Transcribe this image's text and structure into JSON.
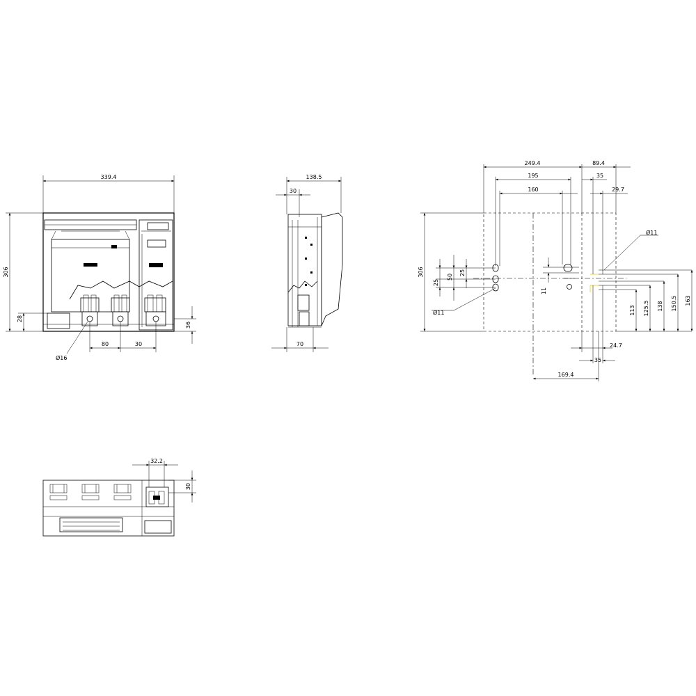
{
  "front_view": {
    "width": "339.4",
    "height": "306",
    "dim_28": "28",
    "dim_36": "36",
    "dim_80": "80",
    "dim_30": "30",
    "hole_diameter": "Ø16"
  },
  "side_view": {
    "depth": "138.5",
    "dim_30": "30",
    "dim_70": "70"
  },
  "top_view": {
    "dim_32_2": "32.2",
    "dim_30": "30"
  },
  "mounting_view": {
    "dim_249_4": "249.4",
    "dim_89_4": "89.4",
    "dim_195": "195",
    "dim_35_top": "35",
    "dim_160": "160",
    "dim_29_7": "29.7",
    "height": "306",
    "hole_top_right": "Ø11",
    "hole_left": "Ø11",
    "dim_25a": "25",
    "dim_50": "50",
    "dim_25b": "25",
    "dim_11": "11",
    "dim_113": "113",
    "dim_125_5": "125.5",
    "dim_138": "138",
    "dim_150_5": "150.5",
    "dim_163": "163",
    "dim_24_7": "24.7",
    "dim_35_bottom": "35",
    "dim_169_4": "169.4"
  }
}
